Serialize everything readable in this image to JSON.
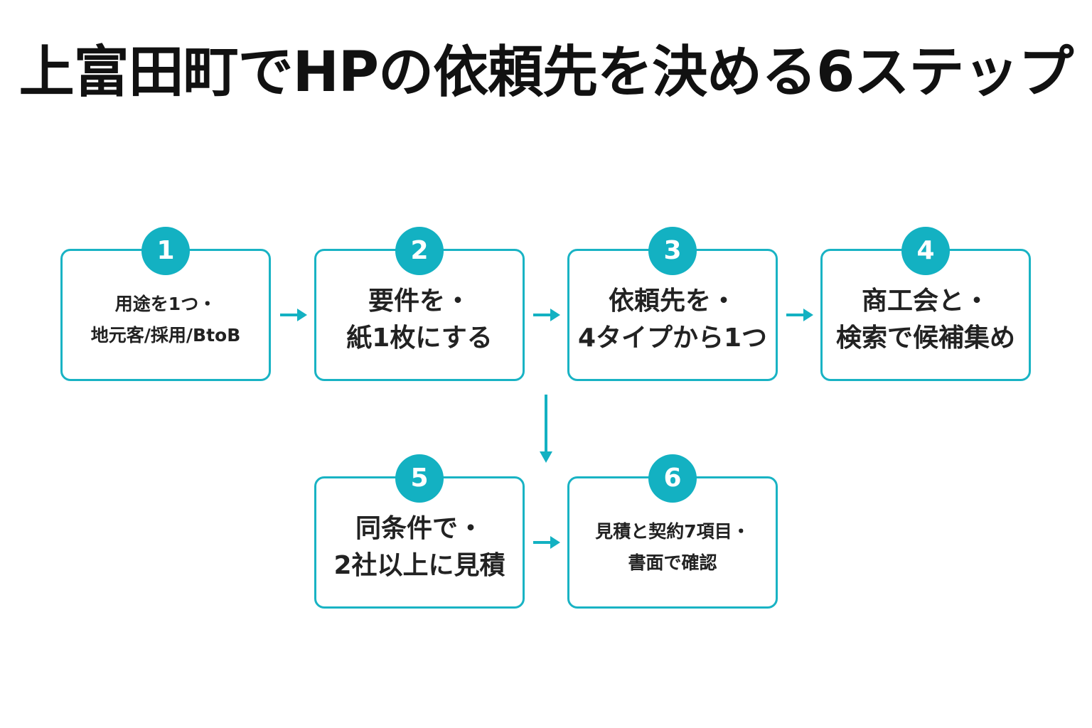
{
  "title": "上富田町でHPの依頼先を決める6ステップ",
  "accent_color": "#13b1c2",
  "steps": [
    {
      "number": "1",
      "line1": "用途を1つ・",
      "line2": "地元客/採用/BtoB"
    },
    {
      "number": "2",
      "line1": "要件を・",
      "line2": "紙1枚にする"
    },
    {
      "number": "3",
      "line1": "依頼先を・",
      "line2": "4タイプから1つ"
    },
    {
      "number": "4",
      "line1": "商工会と・",
      "line2": "検索で候補集め"
    },
    {
      "number": "5",
      "line1": "同条件で・",
      "line2": "2社以上に見積"
    },
    {
      "number": "6",
      "line1": "見積と契約7項目・",
      "line2": "書面で確認"
    }
  ]
}
